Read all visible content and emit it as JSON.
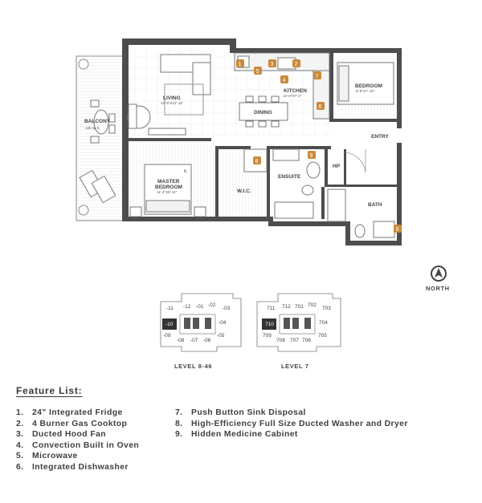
{
  "rooms": {
    "balcony": {
      "name": "BALCONY",
      "size": "125 sq ft."
    },
    "living": {
      "name": "LIVING",
      "size": "12'-6\"X12'-11\""
    },
    "dining": {
      "name": "DINING"
    },
    "kitchen": {
      "name": "KITCHEN",
      "size": "12'-6\"X7'-2\""
    },
    "bedroom": {
      "name": "BEDROOM",
      "size": "8'-8\"X7'-10\""
    },
    "master": {
      "name1": "MASTER",
      "name2": "BEDROOM",
      "size": "11'-4\"X9'-11\""
    },
    "wic": {
      "name": "W.I.C."
    },
    "ensuite": {
      "name": "ENSUITE"
    },
    "hp": {
      "name": "HP"
    },
    "entry": {
      "name": "ENTRY"
    },
    "bath": {
      "name": "BATH"
    },
    "k_mark": "K."
  },
  "markers": [
    "1",
    "2",
    "3",
    "4",
    "5",
    "6",
    "7",
    "8",
    "9",
    "9"
  ],
  "compass": {
    "label": "NORTH"
  },
  "keyplans": {
    "level_8_46": {
      "label": "LEVEL 8-46",
      "units": [
        "-11",
        "-12",
        "-01",
        "-02",
        "-03",
        "-10",
        "-04",
        "-09",
        "-08",
        "-07",
        "-06",
        "-05"
      ],
      "highlight": "-10"
    },
    "level_7": {
      "label": "LEVEL 7",
      "units": [
        "711",
        "712",
        "701",
        "702",
        "703",
        "710",
        "704",
        "709",
        "708",
        "707",
        "706",
        "705"
      ],
      "highlight": "710"
    }
  },
  "features": {
    "title": "Feature List:",
    "items": [
      {
        "num": "1.",
        "text": "24\" Integrated Fridge"
      },
      {
        "num": "2.",
        "text": "4 Burner Gas Cooktop"
      },
      {
        "num": "3.",
        "text": "Ducted Hood Fan"
      },
      {
        "num": "4.",
        "text": "Convection Built in Oven"
      },
      {
        "num": "5.",
        "text": "Microwave"
      },
      {
        "num": "6.",
        "text": "Integrated Dishwasher"
      },
      {
        "num": "7.",
        "text": "Push Button Sink Disposal"
      },
      {
        "num": "8.",
        "text": "High-Efficiency Full Size Ducted Washer and Dryer"
      },
      {
        "num": "9.",
        "text": "Hidden Medicine Cabinet"
      }
    ]
  },
  "colors": {
    "wall": "#4d4d4f",
    "marker": "#c98a3b",
    "highlight": "#333333",
    "line": "#7a7a7a"
  }
}
